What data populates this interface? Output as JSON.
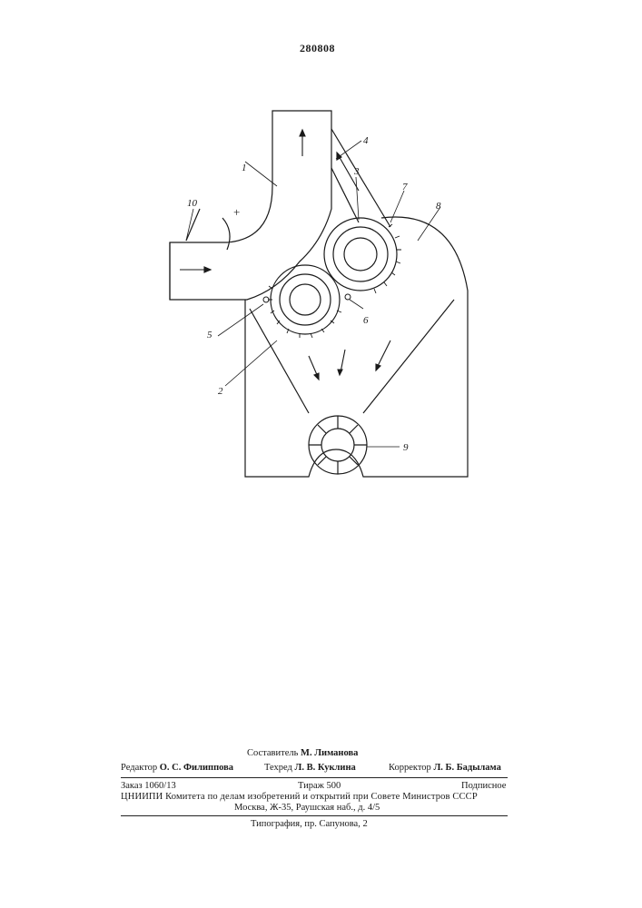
{
  "patent_number": "280808",
  "figure_labels": [
    "1",
    "2",
    "3",
    "4",
    "5",
    "6",
    "7",
    "8",
    "9",
    "10",
    "+"
  ],
  "credits": {
    "compiler_role": "Составитель",
    "compiler_name": "М. Лиманова",
    "editor_role": "Редактор",
    "editor_name": "О. С. Филиппова",
    "techred_role": "Техред",
    "techred_name": "Л. В. Куклина",
    "corrector_role": "Корректор",
    "corrector_name": "Л. Б. Бадылама"
  },
  "imprint": {
    "order": "Заказ 1060/13",
    "circulation": "Тираж 500",
    "subscription": "Подписное",
    "institute": "ЦНИИПИ Комитета по делам изобретений и открытий при Совете Министров СССР",
    "address": "Москва, Ж-35, Раушская наб., д. 4/5",
    "printing": "Типография, пр. Сапунова, 2"
  }
}
